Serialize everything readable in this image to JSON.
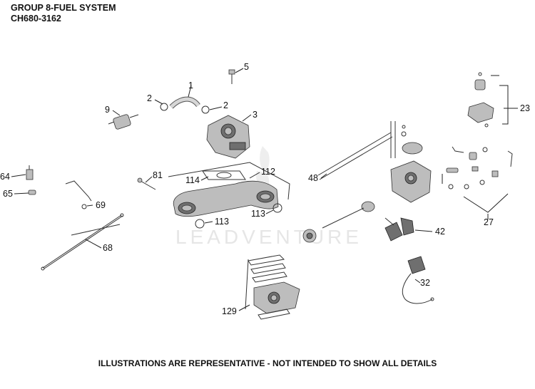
{
  "header": {
    "title_line1": "GROUP 8-FUEL SYSTEM",
    "title_line2": "CH680-3162"
  },
  "watermark": "LEADVENTURE",
  "footer": "ILLUSTRATIONS ARE REPRESENTATIVE - NOT INTENDED TO SHOW ALL DETAILS",
  "callouts": {
    "c1": "1",
    "c2a": "2",
    "c2b": "2",
    "c3": "3",
    "c5": "5",
    "c9": "9",
    "c23": "23",
    "c27": "27",
    "c32": "32",
    "c42": "42",
    "c48": "48",
    "c64": "64",
    "c65": "65",
    "c68": "68",
    "c69": "69",
    "c81": "81",
    "c112": "112",
    "c113a": "113",
    "c113b": "113",
    "c114": "114",
    "c129": "129"
  }
}
